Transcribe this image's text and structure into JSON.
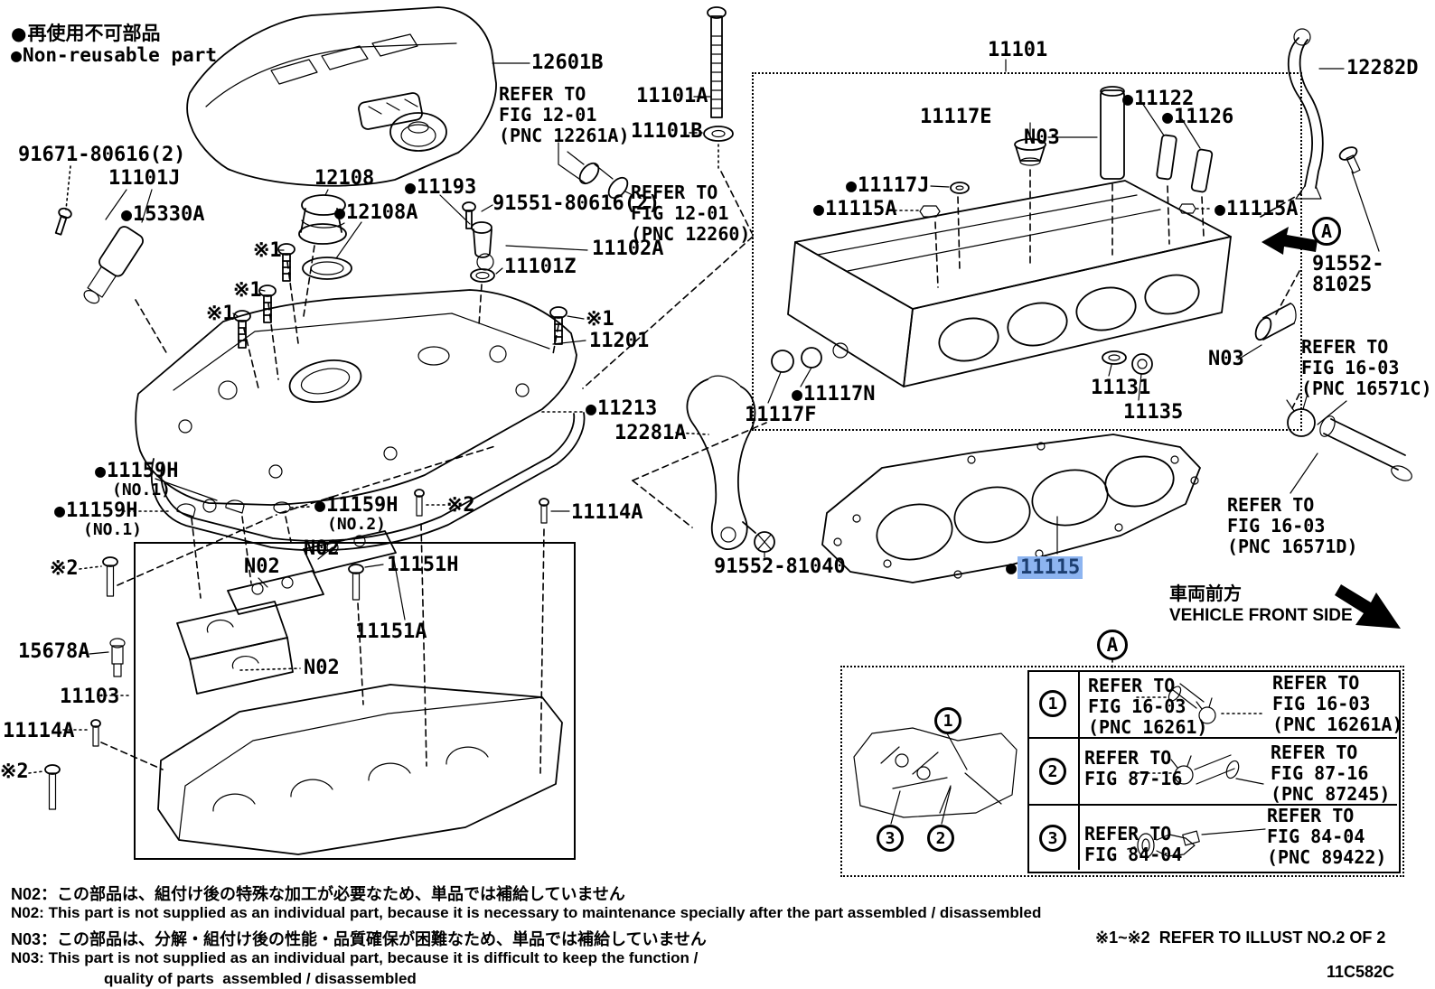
{
  "legend": {
    "jp": "再使用不可部品",
    "en": "Non-reusable part"
  },
  "icons": {
    "non_reusable_dot": "●"
  },
  "highlight": {
    "bg": "#8db4f0",
    "fg": "#1c3e70"
  },
  "labels": {
    "p12601B": "12601B",
    "ref_fig1201_a": "REFER TO\nFIG 12-01\n(PNC 12261A)",
    "p11101A": "11101A",
    "p11101B": "11101B",
    "p91671_80616": "91671-80616(2)",
    "p11101J": "11101J",
    "p15330A": "15330A",
    "p12108": "12108",
    "p11193": "11193",
    "p12108A": "12108A",
    "p91551_80616": "91551-80616(2)",
    "ref_fig1201_b": "REFER TO\nFIG 12-01\n(PNC 12260)",
    "p11102A": "11102A",
    "p11101Z": "11101Z",
    "ref1": "※1",
    "ref2": "※2",
    "p11201": "11201",
    "p11213": "11213",
    "p12281A": "12281A",
    "p11101": "11101",
    "p11117E": "11117E",
    "n03": "N03",
    "n02": "N02",
    "p11122": "11122",
    "p11126": "11126",
    "p12282D": "12282D",
    "p11117J": "11117J",
    "p11115A": "11115A",
    "p91552_81025": "91552-81025",
    "ref_fig1603_c": "REFER TO\nFIG 16-03\n(PNC 16571C)",
    "p11131": "11131",
    "p11135": "11135",
    "p11117N": "11117N",
    "p11117F": "11117F",
    "p91552_81040": "91552-81040",
    "p11115": "11115",
    "ref_fig1603_d": "REFER TO\nFIG 16-03\n(PNC 16571D)",
    "p11159H": "11159H",
    "no1": "(NO.1)",
    "no2": "(NO.2)",
    "p11114A": "11114A",
    "p11151H": "11151H",
    "p11151A": "11151A",
    "p15678A": "15678A",
    "p11103": "11103"
  },
  "vehicle_front": {
    "jp": "車両前方",
    "en": "VEHICLE FRONT SIDE"
  },
  "callout_table": {
    "marker": "A",
    "rows": [
      {
        "num": "1",
        "left": "REFER TO\nFIG 16-03\n(PNC 16261)",
        "right": "REFER TO\nFIG 16-03\n(PNC 16261A)"
      },
      {
        "num": "2",
        "left": "REFER TO\nFIG 87-16",
        "right": "REFER TO\nFIG 87-16\n(PNC 87245)"
      },
      {
        "num": "3",
        "left": "REFER TO\nFIG 84-04",
        "right": "REFER TO\nFIG 84-04\n(PNC 89422)"
      }
    ]
  },
  "notes": {
    "n02_jp": "N02：この部品は、組付け後の特殊な加工が必要なため、単品では補給していません",
    "n02_en": "N02: This part is not supplied as an individual part, because it is necessary to maintenance specially after the part assembled / disassembled",
    "n03_jp": "N03：この部品は、分解・組付け後の性能・品質確保が困難なため、単品では補給していません",
    "n03_en": "N03: This part is not supplied as an individual part, because it is difficult to keep the function /",
    "n03_en2": "quality of parts  assembled / disassembled"
  },
  "footer": {
    "ref_note": "※1~※2  REFER TO ILLUST NO.2 OF 2",
    "drawing_code": "11C582C"
  }
}
